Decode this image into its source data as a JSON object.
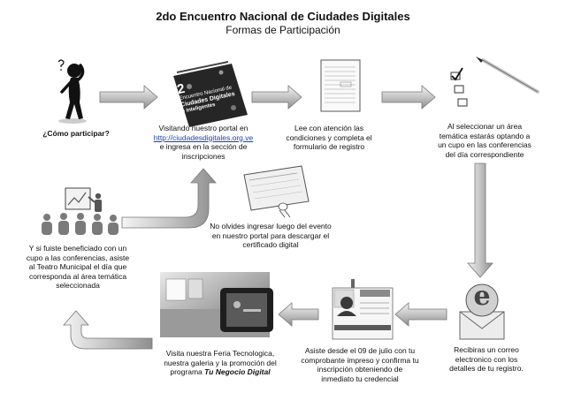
{
  "header": {
    "title": "2do Encuentro Nacional de Ciudades Digitales",
    "subtitle": "Formas de Participación"
  },
  "steps": {
    "q": {
      "text": "¿Cómo participar?"
    },
    "portal": {
      "line1": "Visitando nuestro portal en",
      "link": "http://ciudadesdigitales.org.ve",
      "line2": "e ingresa en la sección de inscripciones"
    },
    "read": {
      "text": "Lee con atención las condiciones y completa el formulario de registro"
    },
    "select": {
      "text": "Al seleccionar un área temática estarás optando a un cupo en las conferencias del día correspondiente"
    },
    "cert": {
      "text": "No olvides ingresar luego del evento en nuestro portal para descargar el certificado digital"
    },
    "benefit": {
      "text": "Y si fuiste beneficiado con un cupo a las conferencias, asiste al Teatro Municipal  el día que corresponda al área temática seleccionada"
    },
    "visit": {
      "text": "Visita nuestra Feria Tecnologica, nuestra galeria y la promoción del programa",
      "em": "Tu Negocio Digital"
    },
    "attend": {
      "text": "Asiste desde el 09 de julio con tu comprobante impreso y confirma tu inscripción obteniendo de inmediato tu credencial"
    },
    "email": {
      "text": "Recibiras un correo electronico con los detalles de tu registro."
    }
  },
  "cover": {
    "num": "2",
    "line1": "Encuentro Nacional de",
    "line2": "Ciudades Digitales",
    "line3": "e Inteligentes"
  },
  "email_icon": {
    "glyph": "e"
  }
}
